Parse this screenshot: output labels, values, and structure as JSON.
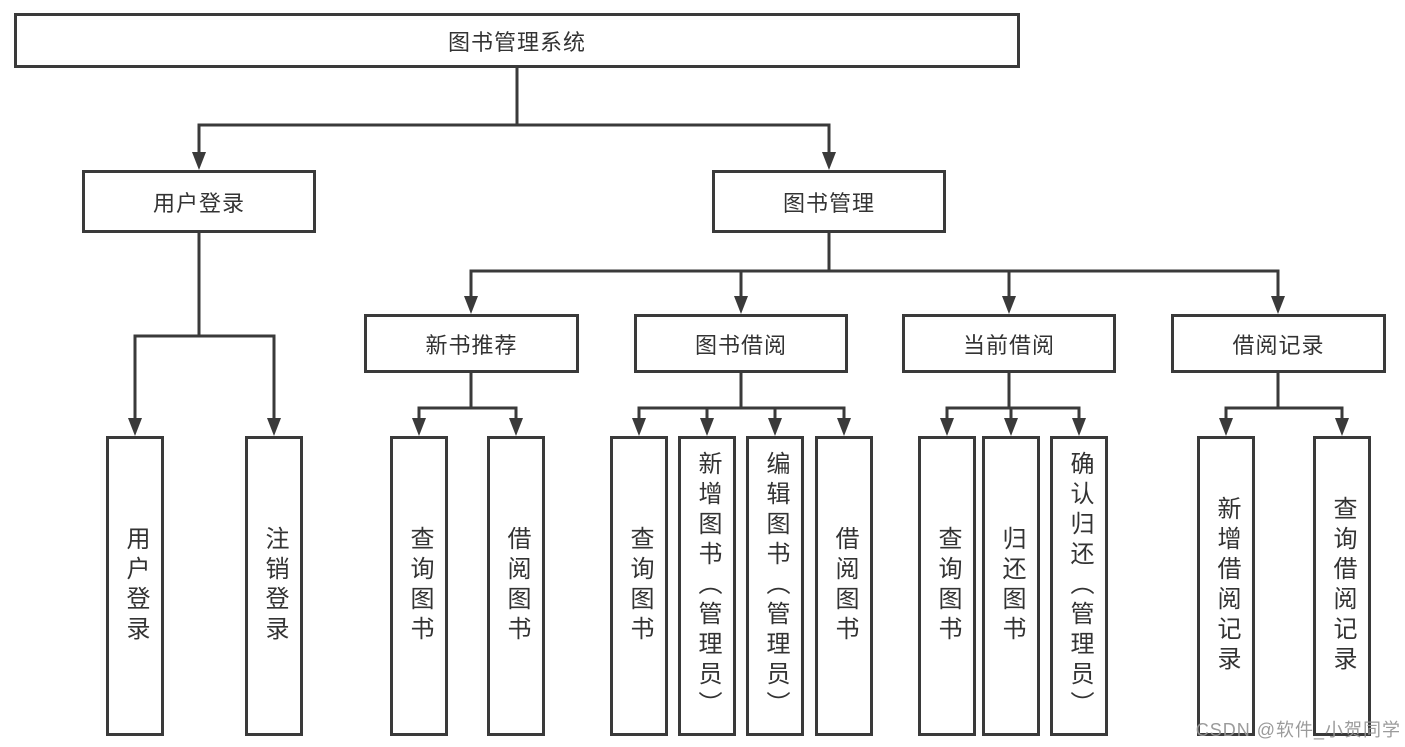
{
  "nodes": {
    "root": {
      "label": "图书管理系统"
    },
    "user_login": {
      "label": "用户登录"
    },
    "book_mgmt": {
      "label": "图书管理"
    },
    "new_book_rec": {
      "label": "新书推荐"
    },
    "book_borrow": {
      "label": "图书借阅"
    },
    "current_borrow": {
      "label": "当前借阅"
    },
    "borrow_records": {
      "label": "借阅记录"
    },
    "leaf_user_login": {
      "label": "用户登录"
    },
    "leaf_logout": {
      "label": "注销登录"
    },
    "leaf_rec_query_books": {
      "label": "查询图书"
    },
    "leaf_rec_borrow_books": {
      "label": "借阅图书"
    },
    "leaf_bb_query_books": {
      "label": "查询图书"
    },
    "leaf_bb_add_book": {
      "label": "新增图书（管理员）"
    },
    "leaf_bb_edit_book": {
      "label": "编辑图书（管理员）"
    },
    "leaf_bb_borrow_books": {
      "label": "借阅图书"
    },
    "leaf_cb_query_books": {
      "label": "查询图书"
    },
    "leaf_cb_return_books": {
      "label": "归还图书"
    },
    "leaf_cb_confirm_return": {
      "label": "确认归还（管理员）"
    },
    "leaf_br_add_record": {
      "label": "新增借阅记录"
    },
    "leaf_br_query_record": {
      "label": "查询借阅记录"
    }
  },
  "hierarchy": {
    "图书管理系统": {
      "用户登录": [
        "用户登录",
        "注销登录"
      ],
      "图书管理": {
        "新书推荐": [
          "查询图书",
          "借阅图书"
        ],
        "图书借阅": [
          "查询图书",
          "新增图书（管理员）",
          "编辑图书（管理员）",
          "借阅图书"
        ],
        "当前借阅": [
          "查询图书",
          "归还图书",
          "确认归还（管理员）"
        ],
        "借阅记录": [
          "新增借阅记录",
          "查询借阅记录"
        ]
      }
    }
  },
  "watermark": {
    "text": "CSDN @软件_小贺同学"
  },
  "colors": {
    "line": "#3a3a3a",
    "border": "#3a3a3a",
    "text": "#333333",
    "watermark": "#969696",
    "background": "#ffffff"
  }
}
